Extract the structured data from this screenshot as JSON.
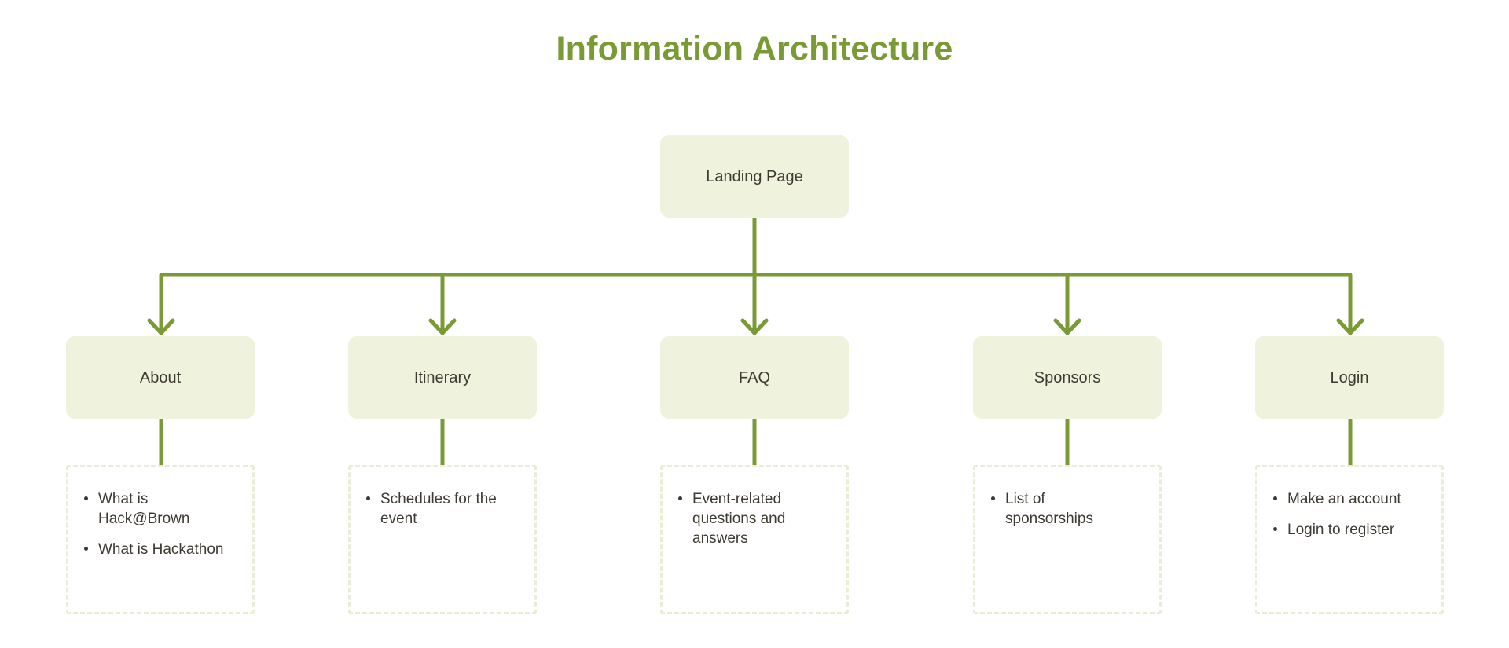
{
  "page": {
    "title": "Information Architecture",
    "background_color": "#ffffff",
    "accent_color": "#7a9a35",
    "node_fill_color": "#eff2dd",
    "text_color": "#3e3a31",
    "dashed_border_color": "#e8eed4"
  },
  "diagram": {
    "type": "tree",
    "root": {
      "label": "Landing Page"
    },
    "children": [
      {
        "label": "About",
        "details": [
          "What is Hack@Brown",
          "What is Hackathon"
        ]
      },
      {
        "label": "Itinerary",
        "details": [
          "Schedules for the event"
        ]
      },
      {
        "label": "FAQ",
        "details": [
          "Event-related questions and answers"
        ]
      },
      {
        "label": "Sponsors",
        "details": [
          "List of sponsorships"
        ]
      },
      {
        "label": "Login",
        "details": [
          "Make an account",
          "Login to register"
        ]
      }
    ]
  }
}
